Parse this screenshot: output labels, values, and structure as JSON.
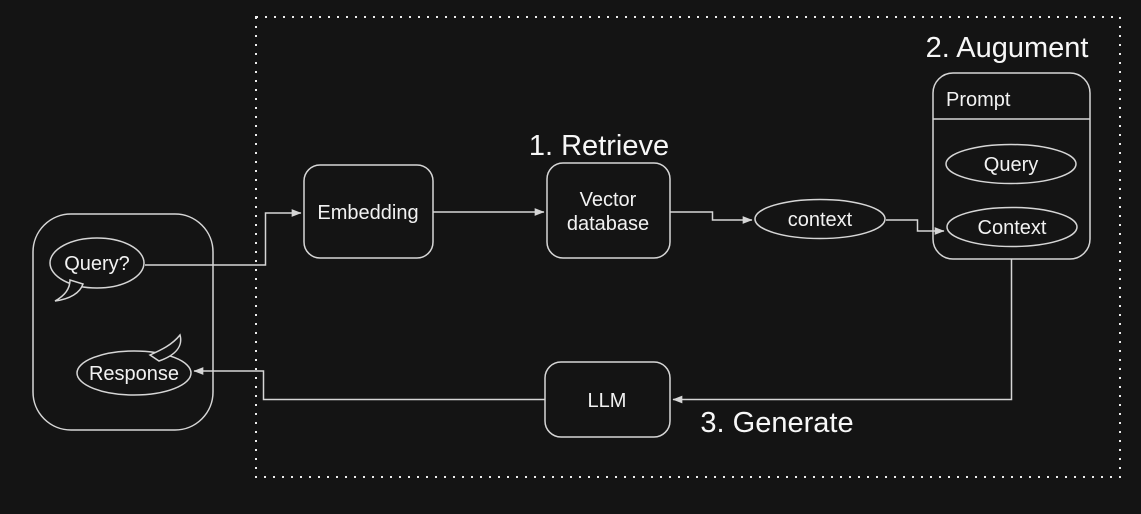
{
  "colors": {
    "background": "#141414",
    "stroke": "#d6d6d6",
    "text": "#f2f2f2",
    "heading": "#f7f7f7"
  },
  "headings": {
    "retrieve": "1. Retrieve",
    "augment": "2. Augument",
    "generate": "3. Generate"
  },
  "user": {
    "query_bubble": "Query?",
    "response_bubble": "Response"
  },
  "pipeline": {
    "embedding": "Embedding",
    "vector_db": [
      "Vector",
      "database"
    ],
    "context": "context",
    "llm": "LLM"
  },
  "prompt": {
    "title": "Prompt",
    "query": "Query",
    "context": "Context"
  }
}
